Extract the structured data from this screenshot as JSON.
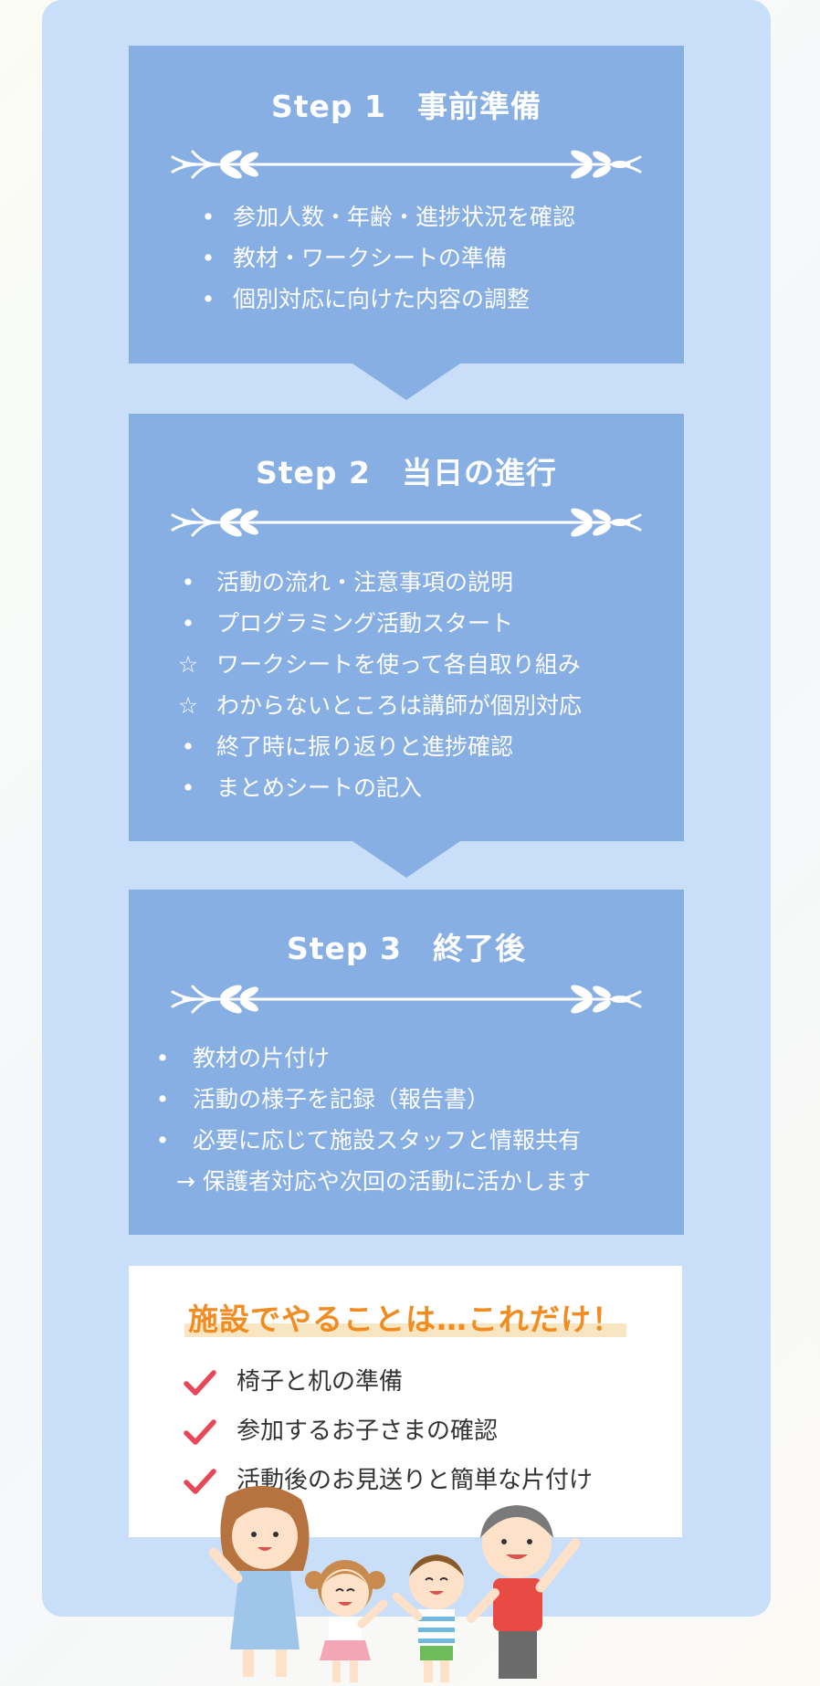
{
  "step1": {
    "title": "Step 1　事前準備",
    "items": [
      {
        "marker": "•",
        "text": "参加人数・年齢・進捗状況を確認"
      },
      {
        "marker": "•",
        "text": "教材・ワークシートの準備"
      },
      {
        "marker": "•",
        "text": "個別対応に向けた内容の調整"
      }
    ]
  },
  "step2": {
    "title": "Step 2　当日の進行",
    "items": [
      {
        "marker": "•",
        "text": "活動の流れ・注意事項の説明"
      },
      {
        "marker": "•",
        "text": "プログラミング活動スタート"
      },
      {
        "marker": "☆",
        "text": "ワークシートを使って各自取り組み"
      },
      {
        "marker": "☆",
        "text": "わからないところは講師が個別対応"
      },
      {
        "marker": "•",
        "text": "終了時に振り返りと進捗確認"
      },
      {
        "marker": "•",
        "text": "まとめシートの記入"
      }
    ]
  },
  "step3": {
    "title": "Step 3　終了後",
    "items": [
      {
        "marker": "•",
        "text": "教材の片付け"
      },
      {
        "marker": "•",
        "text": "活動の様子を記録（報告書）"
      },
      {
        "marker": "•",
        "text": "必要に応じて施設スタッフと情報共有"
      },
      {
        "marker": "",
        "text": "→ 保護者対応や次回の活動に活かします"
      }
    ]
  },
  "facility": {
    "title": "施設でやることは…これだけ！",
    "items": [
      "椅子と机の準備",
      "参加するお子さまの確認",
      "活動後のお見送りと簡単な片付け"
    ]
  },
  "icons": {
    "vine": "leaf-vine-divider-icon",
    "check": "check-mark-icon",
    "illustration": "family-illustration"
  },
  "colors": {
    "panel": "#c9def8",
    "step_box": "#87afe4",
    "accent_orange": "#f08c22",
    "check_red": "#e8475a"
  }
}
